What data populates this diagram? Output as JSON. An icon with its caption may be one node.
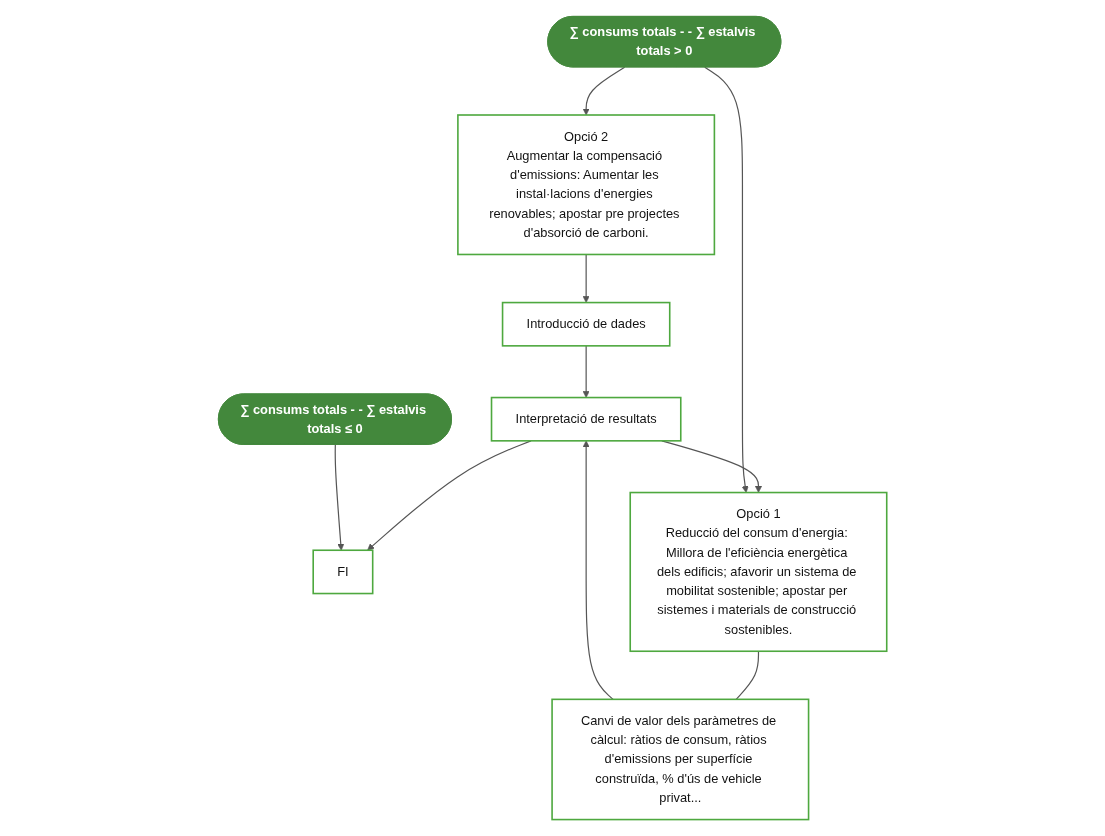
{
  "diagram": {
    "nodes": [
      {
        "text": [
          "Introducció de dades"
        ]
      },
      {
        "text": [
          "Interpretació de resultats"
        ]
      },
      {
        "text": [
          "∑ consums totals - - ∑ estalvis totals ≤ 0"
        ]
      },
      {
        "text": [
          "FI"
        ]
      },
      {
        "text": [
          "∑ consums totals - - ∑ estalvis totals > 0"
        ]
      },
      {
        "text": [
          "Opció 1",
          "Reducció del consum d'energia: Millora de l'eficiència energètica dels edificis; afavorir un sistema de mobilitat sostenible; apostar per sistemes i materials de construcció sostenibles."
        ]
      },
      {
        "text": [
          "Opció 2",
          "Augmentar la compensació d'emissions: Aumentar les instal·lacions d'energies renovables; apostar pre projectes d'absorció de carboni."
        ]
      },
      {
        "text": [
          "Canvi de valor dels paràmetres de càlcul: ràtios de consum, ràtios d'emissions per superfície construïda, % d'ús de vehicle privat..."
        ]
      }
    ],
    "edges": [
      {
        "from": 0,
        "to": 1,
        "arrow": "to"
      },
      {
        "from": 1,
        "to": 3,
        "arrow": "to"
      },
      {
        "from": 2,
        "to": 3,
        "arrow": "to"
      },
      {
        "from": 1,
        "to": 5,
        "arrow": "to"
      },
      {
        "from": 4,
        "to": 5,
        "arrow": "to"
      },
      {
        "from": 4,
        "to": 6,
        "arrow": "to"
      },
      {
        "from": 5,
        "to": 7,
        "arrow": "none"
      },
      {
        "from": 7,
        "to": 1,
        "arrow": "to"
      },
      {
        "from": 6,
        "to": 0,
        "arrow": "to"
      }
    ]
  }
}
